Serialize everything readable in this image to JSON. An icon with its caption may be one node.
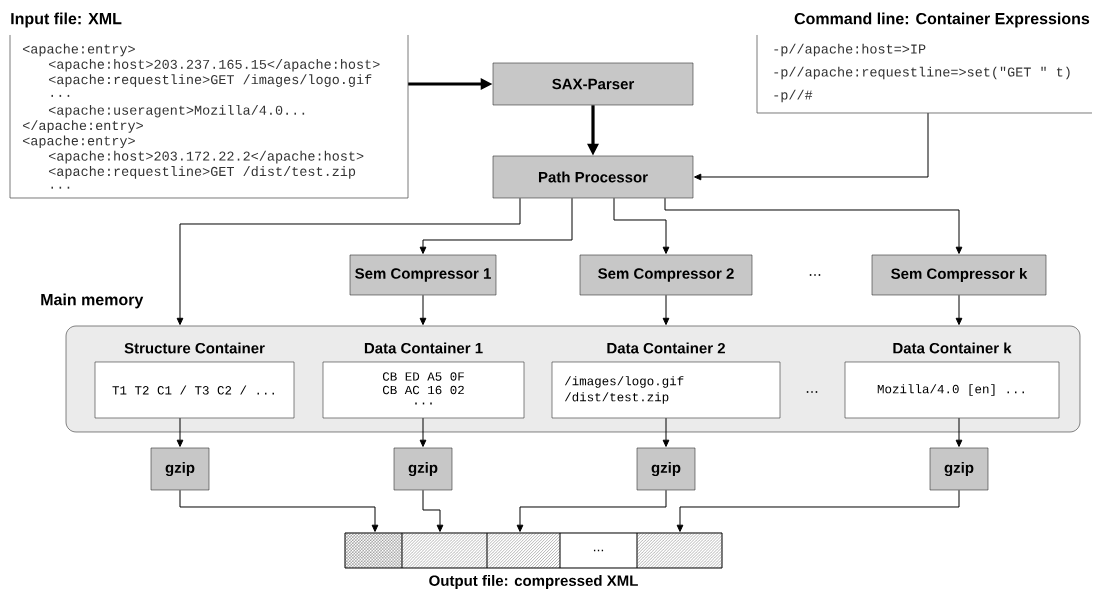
{
  "diagram": {
    "nodes": [
      {
        "text": [
          "Input file: XML",
          "<apache:entry>",
          "<apache:host>203.237.165.15</apache:host>",
          "<apache:requestline>GET /images/logo.gif",
          "...",
          "<apache:useragent>Mozilla/4.0...",
          "</apache:entry>",
          "<apache:entry>",
          "<apache:host>203.172.22.2</apache:host>",
          "<apache:requestline>GET /dist/test.zip",
          "..."
        ]
      },
      {
        "text": [
          "SAX-Parser"
        ]
      },
      {
        "text": [
          "Path Processor"
        ]
      },
      {
        "text": [
          "Command line: Container Expressions",
          "-p//apache:host=>IP",
          "-p//apache:requestline=>set(\"GET \" t)",
          "-p//#"
        ]
      },
      {
        "text": [
          "Sem Compressor 1"
        ]
      },
      {
        "text": [
          "Sem Compressor 2"
        ]
      },
      {
        "text": [
          "Sem Compressor k"
        ]
      },
      {
        "text": [
          "Main memory"
        ]
      },
      {
        "text": [
          "Structure Container",
          "T1 T2 C1 / T3 C2 / ..."
        ],
        "in": 7
      },
      {
        "text": [
          "Data Container 1",
          "CB ED A5 0F",
          "CB AC 16 02",
          "..."
        ],
        "in": 7
      },
      {
        "text": [
          "Data Container 2",
          "/images/logo.gif",
          "/dist/test.zip"
        ],
        "in": 7
      },
      {
        "text": [
          "Data Container k",
          "Mozilla/4.0 [en] ..."
        ],
        "in": 7
      },
      {
        "text": [
          "gzip"
        ]
      },
      {
        "text": [
          "gzip"
        ]
      },
      {
        "text": [
          "gzip"
        ]
      },
      {
        "text": [
          "gzip"
        ]
      },
      {
        "text": [
          "Output file: compressed XML"
        ]
      },
      {
        "text": [],
        "shape": "box",
        "in": 16
      },
      {
        "text": [],
        "shape": "box",
        "in": 16
      },
      {
        "text": [],
        "shape": "box",
        "in": 16
      },
      {
        "text": [
          "..."
        ],
        "in": 16
      },
      {
        "text": [],
        "shape": "box",
        "in": 16
      }
    ],
    "edges": [
      {
        "from": 0,
        "to": 1,
        "arrow": "to",
        "style": "thick"
      },
      {
        "from": 1,
        "to": 2,
        "arrow": "to",
        "style": "thick"
      },
      {
        "from": 3,
        "to": 2,
        "arrow": "to"
      },
      {
        "from": 2,
        "to": 8,
        "arrow": "to"
      },
      {
        "from": 2,
        "to": 4,
        "arrow": "to"
      },
      {
        "from": 2,
        "to": 5,
        "arrow": "to"
      },
      {
        "from": 2,
        "to": 6,
        "arrow": "to"
      },
      {
        "from": 4,
        "to": 9,
        "arrow": "to"
      },
      {
        "from": 5,
        "to": 10,
        "arrow": "to"
      },
      {
        "from": 6,
        "to": 11,
        "arrow": "to"
      },
      {
        "from": 8,
        "to": 12,
        "arrow": "to"
      },
      {
        "from": 9,
        "to": 13,
        "arrow": "to"
      },
      {
        "from": 10,
        "to": 14,
        "arrow": "to"
      },
      {
        "from": 11,
        "to": 15,
        "arrow": "to"
      },
      {
        "from": 12,
        "to": 17,
        "arrow": "to"
      },
      {
        "from": 13,
        "to": 18,
        "arrow": "to"
      },
      {
        "from": 14,
        "to": 19,
        "arrow": "to"
      },
      {
        "from": 15,
        "to": 21,
        "arrow": "to"
      }
    ],
    "labels": [
      "...",
      "..."
    ]
  }
}
